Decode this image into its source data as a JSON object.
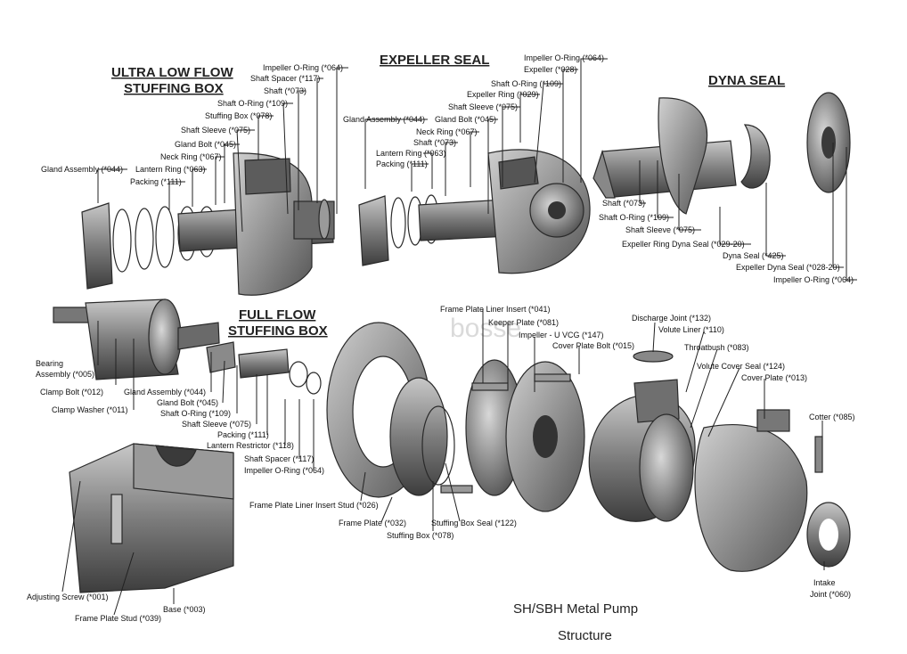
{
  "headings": {
    "ultra_low_flow": [
      "ULTRA LOW FLOW",
      "STUFFING BOX"
    ],
    "expeller_seal": "EXPELLER SEAL",
    "dyna_seal": "DYNA  SEAL",
    "full_flow": [
      "FULL  FLOW",
      "STUFFING BOX"
    ]
  },
  "caption": [
    "SH/SBH Metal Pump",
    "Structure"
  ],
  "watermark": "bosse",
  "labels": {
    "ul": [
      "Impeller O-Ring (*064)",
      "Shaft Spacer (*117)",
      "Shaft (*073)",
      "Shaft O-Ring (*109)",
      "Stuffing Box (*078)",
      "Shaft Sleeve (*075)",
      "Gland Bolt (*045)",
      "Neck Ring (*067)",
      "Lantern Ring (*063)",
      "Packing (*111)",
      "Gland Assembly (*044)"
    ],
    "ex": [
      "Impeller O-Ring (*064)",
      "Expeller (*028)",
      "Shaft O-Ring (*109)",
      "Expeller Ring (*029)",
      "Shaft Sleeve (*075)",
      "Gland Bolt (*045)",
      "Gland Assembly (*044)",
      "Neck Ring (*067)",
      "Shaft (*073)",
      "Lantern Ring (*063)",
      "Packing (*111)"
    ],
    "dy": [
      "Shaft (*073)",
      "Shaft O-Ring (*109)",
      "Shaft Sleeve (*075)",
      "Expeller Ring Dyna Seal (*029-20)",
      "Dyna Seal (*425)",
      "Expeller Dyna Seal (*028-20)",
      "Impeller O-Ring (*064)"
    ],
    "ff": [
      "Bearing",
      "Assembly (*005)",
      "Clamp  Bolt (*012)",
      "Clamp  Washer (*011)",
      "Gland Assembly (*044)",
      "Gland Bolt (*045)",
      "Shaft O-Ring (*109)",
      "Shaft Sleeve (*075)",
      "Packing (*111)",
      "Lantern  Restrictor (*118)",
      "Shaft Spacer (*117)",
      "Impeller O-Ring (*064)"
    ],
    "wet": [
      "Frame Plate Liner Insert (*041)",
      "Keeper Plate (*081)",
      "Impeller - U VCG (*147)",
      "Cover Plate Bolt (*015)",
      "Discharge Joint (*132)",
      "Volute Liner (*110)",
      "Throatbush (*083)",
      "Volute Cover Seal (*124)",
      "Cover Plate (*013)",
      "Cotter (*085)",
      "Frame Plate Liner Insert Stud (*026)",
      "Frame Plate (*032)",
      "Stuffing Box (*078)",
      "Stuffing Box Seal (*122)",
      "Intake",
      "Joint (*060)"
    ],
    "base": [
      "Adjusting Screw (*001)",
      "Frame Plate Stud (*039)",
      "Base (*003)"
    ]
  },
  "colors": {
    "ink": "#111111",
    "part_dark": "#4a4a4a",
    "part_mid": "#7a7a7a",
    "part_light": "#b5b5b5",
    "background": "#ffffff"
  }
}
